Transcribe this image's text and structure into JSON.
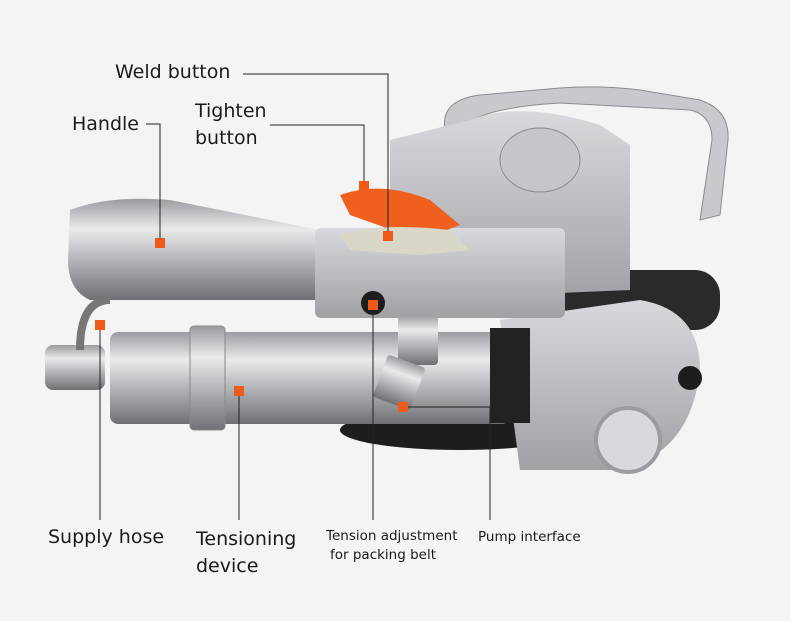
{
  "labels": {
    "weld_button": "Weld button",
    "handle": "Handle",
    "tighten_button_line1": "Tighten",
    "tighten_button_line2": "button",
    "supply_hose": "Supply hose",
    "tensioning_device_line1": "Tensioning",
    "tensioning_device_line2": "device",
    "tension_adjustment_line1": "Tension adjustment",
    "tension_adjustment_line2": "for packing belt",
    "pump_interface": "Pump interface"
  },
  "colors": {
    "marker": "#f05a1a",
    "leader": "#222222",
    "background": "#f5f4f5"
  }
}
